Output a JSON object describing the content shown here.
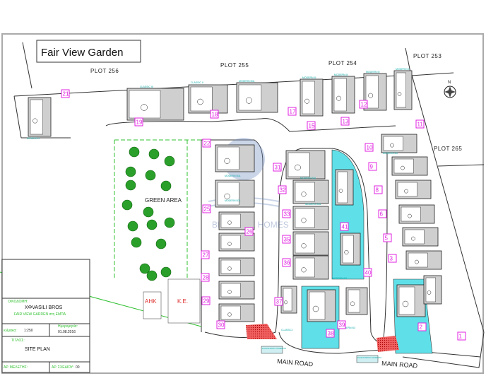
{
  "title": "Fair View Garden",
  "plots_neighbouring": [
    "PLOT 256",
    "PLOT 255",
    "PLOT 254",
    "PLOT 253",
    "PLOT 265"
  ],
  "areas": {
    "green_area": "GREEN AREA",
    "ahk": "AHK",
    "ke": "K.E."
  },
  "roads": [
    "MAIN ROAD",
    "MAIN ROAD"
  ],
  "paving_labels": [
    "PLAKOSTROTO STAMPETO",
    "PLAKOSTROTO STAMPETO"
  ],
  "compass": "N",
  "plot_numbers": [
    "21",
    "19",
    "18",
    "17",
    "15",
    "13",
    "12",
    "11",
    "22",
    "25",
    "26",
    "27",
    "28",
    "29",
    "30",
    "31",
    "32",
    "33",
    "35",
    "36",
    "41",
    "40",
    "37",
    "38",
    "39",
    "10",
    "9",
    "8",
    "6",
    "5",
    "3",
    "2",
    "1"
  ],
  "unit_types": [
    "MODERN II",
    "CLASSIC III",
    "CLASSIC II",
    "MODERN B3L",
    "MODERN III",
    "MODERN III",
    "MODERN III",
    "MODERN III",
    "MODERN B3L",
    "MODERN B3L",
    "MODERN B3L",
    "MODERN B3L",
    "MODERN B3",
    "CLASSIC I",
    "MODERN B3",
    "MODERN B3"
  ],
  "watermark": "BLUE LINE HOMES",
  "title_block": {
    "owner_label": "ΟΙΚΟΔΟΜΗ:",
    "owner": "XΦVASILI BROS",
    "project": "FAIR VIEW GARDEN στη ΕΜΠΑ",
    "scale_label": "κλίμακα:",
    "scale": "1:250",
    "date_label": "Ημερομηνία:",
    "date": "01.08.2016",
    "title_label": "ΤΙΤΛΟΣ:",
    "title": "SITE PLAN",
    "study_no_label": "ΑΡ. ΜΕΛΕΤΗΣ:",
    "drawing_no_label": "ΑΡ. ΣΧΕΔΙΟΥ:",
    "drawing_no": "00"
  },
  "colors": {
    "plot_number": "#e020e0",
    "pool_cyan": "#5fe0e8",
    "green": "#30c030",
    "paving_red": "#e03030"
  }
}
